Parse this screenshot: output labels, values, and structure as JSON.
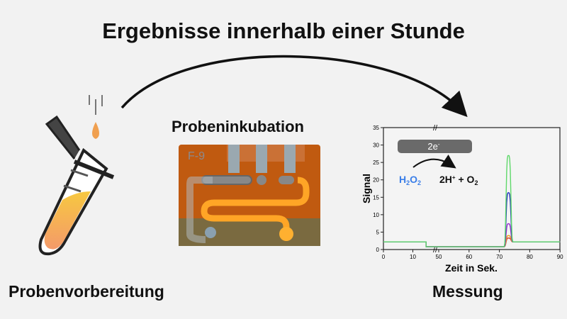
{
  "title": "Ergebnisse innerhalb einer Stunde",
  "steps": {
    "preparation": "Probenvorbereitung",
    "incubation": "Probeninkubation",
    "measurement": "Messung"
  },
  "chip_label": "F-9",
  "reaction": {
    "electrons": "2e",
    "electrons_sup": "-",
    "reactant": "H",
    "reactant_sub": "2",
    "reactant_o": "O",
    "reactant_o_sub": "2",
    "product": "2H",
    "product_sup": "+",
    "product_plus": " + O",
    "product_sub": "2"
  },
  "chart_data": {
    "type": "line",
    "xlabel": "Zeit in Sek.",
    "ylabel": "Signal",
    "ylim": [
      0,
      35
    ],
    "xticks": [
      0,
      10,
      50,
      60,
      70,
      80,
      90
    ],
    "yticks": [
      0,
      5,
      10,
      15,
      20,
      25,
      30,
      35
    ],
    "axis_break": [
      18,
      48
    ],
    "peak_time": 73,
    "baseline_before": 2.2,
    "baseline_drop": 0.8,
    "drop_time": 14.5,
    "baseline_after": 2.2,
    "series": [
      {
        "name": "green",
        "color": "#5fd86a",
        "peak": 27
      },
      {
        "name": "blue",
        "color": "#2233bb",
        "peak": 16.3
      },
      {
        "name": "purple",
        "color": "#9933cc",
        "peak": 7.4
      },
      {
        "name": "orange",
        "color": "#f0a020",
        "peak": 4
      },
      {
        "name": "red",
        "color": "#d03020",
        "peak": 3.3
      }
    ]
  }
}
